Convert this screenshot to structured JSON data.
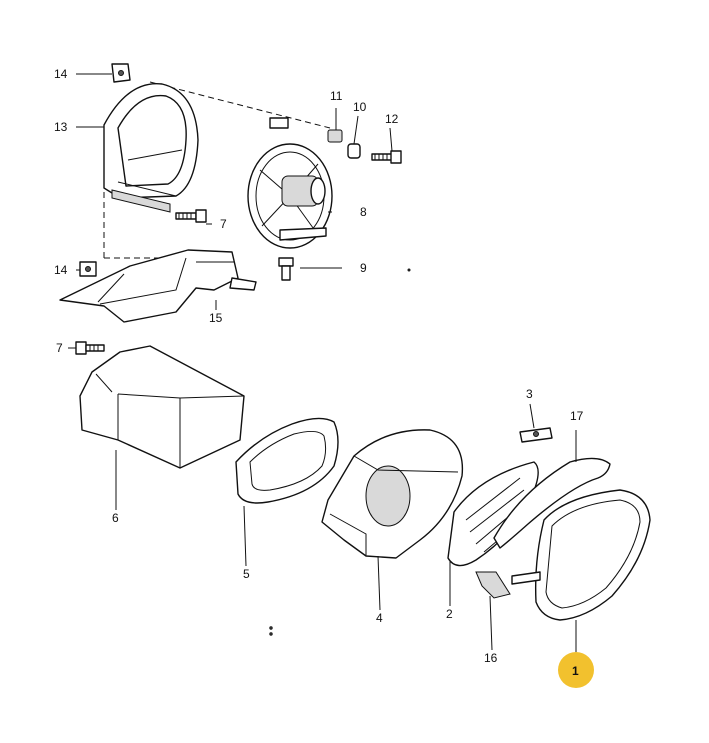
{
  "callouts": {
    "c1": "1",
    "c2": "2",
    "c3": "3",
    "c4": "4",
    "c5": "5",
    "c6": "6",
    "c7a": "7",
    "c7b": "7",
    "c8": "8",
    "c9": "9",
    "c10": "10",
    "c11": "11",
    "c12": "12",
    "c13": "13",
    "c14a": "14",
    "c14b": "14",
    "c15": "15",
    "c16": "16",
    "c17": "17"
  },
  "highlight": {
    "part": "1",
    "color": "#F2C12E"
  }
}
